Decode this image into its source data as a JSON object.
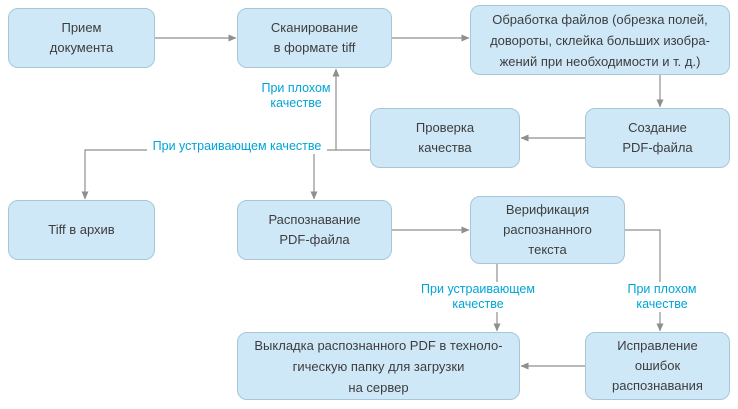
{
  "colors": {
    "bg": "#ffffff",
    "box_fill": "#cfe8f7",
    "box_border": "#a6c6da",
    "box_text": "#3d3d3d",
    "arrow": "#8f8f8f",
    "label": "#00a4d6"
  },
  "nodes": {
    "priem": {
      "label": "Прием\nдокумента"
    },
    "skan": {
      "label": "Сканирование\nв формате tiff"
    },
    "obrabotka": {
      "label": "Обработка файлов (обрезка полей,\nдовороты, склейка больших изобра-\nжений при необходимости и т. д.)"
    },
    "proverka": {
      "label": "Проверка\nкачества"
    },
    "sozdanie": {
      "label": "Создание\nPDF-файла"
    },
    "tiff": {
      "label": "Tiff в архив"
    },
    "raspoznavanie": {
      "label": "Распознавание\nPDF-файла"
    },
    "verifikaciya": {
      "label": "Верификация\nраспознанного\nтекста"
    },
    "vykladka": {
      "label": "Выкладка распознанного PDF в техноло-\nгическую папку для загрузки\nна сервер"
    },
    "ispravlenie": {
      "label": "Исправление\nошибок\nраспознавания"
    }
  },
  "edge_labels": {
    "bad_quality_rescan": "При плохом\nкачестве",
    "good_quality_archive": "При устраивающем качестве",
    "good_quality_upload": "При устраивающем\nкачестве",
    "bad_quality_fix": "При плохом\nкачестве"
  },
  "edges": [
    {
      "from": "priem",
      "to": "skan"
    },
    {
      "from": "skan",
      "to": "obrabotka"
    },
    {
      "from": "obrabotka",
      "to": "sozdanie"
    },
    {
      "from": "sozdanie",
      "to": "proverka"
    },
    {
      "from": "proverka",
      "to": "skan",
      "label": "При плохом качестве"
    },
    {
      "from": "proverka",
      "to": "tiff",
      "label": "При устраивающем качестве"
    },
    {
      "from": "proverka",
      "to": "raspoznavanie",
      "label": "При устраивающем качестве"
    },
    {
      "from": "raspoznavanie",
      "to": "verifikaciya"
    },
    {
      "from": "verifikaciya",
      "to": "vykladka",
      "label": "При устраивающем качестве"
    },
    {
      "from": "verifikaciya",
      "to": "ispravlenie",
      "label": "При плохом качестве"
    },
    {
      "from": "ispravlenie",
      "to": "vykladka"
    }
  ]
}
